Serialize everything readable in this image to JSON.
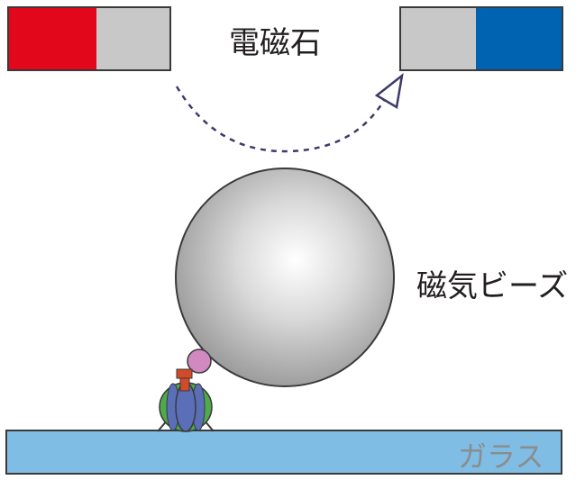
{
  "labels": {
    "electromagnet": "電磁石",
    "magnetic_bead": "磁気ビーズ",
    "glass": "ガラス"
  },
  "colors": {
    "magnet_red": "#e3071c",
    "magnet_blue": "#0063b2",
    "magnet_gray": "#c8c8c8",
    "arrow": "#3d3a6b",
    "glass_fill": "#7fbde4",
    "bead_gray": "#9a9a9a",
    "protein_green": "#4eaa4a",
    "protein_blue": "#5b6fb8",
    "linker_pink": "#d08ac0",
    "tag_red": "#d24a2a"
  }
}
